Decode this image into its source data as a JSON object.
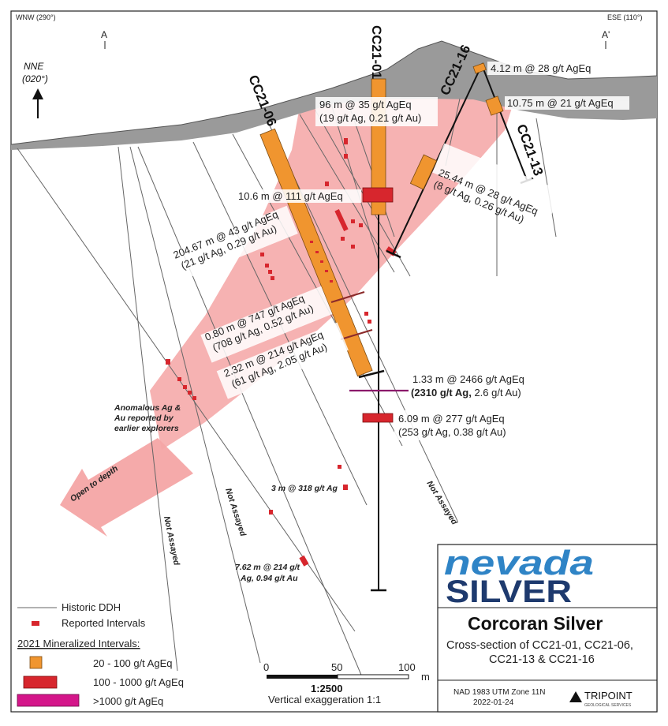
{
  "header": {
    "left_bearing": "WNW (290°)",
    "right_bearing": "ESE (110°)",
    "section_start": "A",
    "section_end": "A'"
  },
  "north_arrow": {
    "label": "NNE",
    "bearing": "(020°)"
  },
  "drill_holes": {
    "cc21_01": "CC21-01",
    "cc21_06": "CC21-06",
    "cc21_13": "CC21-13",
    "cc21_16": "CC21-16"
  },
  "intervals": {
    "i1": "4.12 m @ 28 g/t AgEq",
    "i2": "10.75 m @ 21 g/t AgEq",
    "i3a": "96 m @ 35 g/t AgEq",
    "i3b": "(19 g/t Ag, 0.21 g/t Au)",
    "i4a": "25.44 m @ 28 g/t AgEq",
    "i4b": "(8 g/t Ag, 0.26 g/t Au)",
    "i5": "10.6 m @ 111 g/t AgEq",
    "i6a": "204.67 m @ 43 g/t AgEq",
    "i6b": "(21 g/t Ag, 0.29 g/t Au)",
    "i7a": "0.80 m @ 747 g/t AgEq",
    "i7b": "(708 g/t Ag, 0.52 g/t Au)",
    "i8a": "2.32 m @ 214 g/t AgEq",
    "i8b": "(61 g/t Ag, 2.05 g/t Au)",
    "i9a": "1.33 m @ 2466 g/t AgEq",
    "i9b_bold": "(2310 g/t Ag,",
    "i9b_rest": " 2.6 g/t Au)",
    "i10a": "6.09 m @ 277 g/t AgEq",
    "i10b": "(253 g/t Ag, 0.38 g/t Au)",
    "i11": "3 m @ 318 g/t Ag",
    "i12a": "7.62 m @ 214 g/t",
    "i12b": "Ag, 0.94 g/t Au"
  },
  "annotations": {
    "anomalous_1": "Anomalous Ag &",
    "anomalous_2": "Au reported by",
    "anomalous_3": "earlier explorers",
    "open_to_depth": "Open to depth",
    "not_assayed_1": "Not Assayed",
    "not_assayed_2": "Not Assayed",
    "not_assayed_3": "Not Assayed"
  },
  "legend": {
    "historic_ddh": "Historic DDH",
    "reported_intervals": "Reported Intervals",
    "heading": "2021 Mineralized Intervals:",
    "class1": "20 - 100 g/t AgEq",
    "class2": "100 - 1000 g/t AgEq",
    "class3": ">1000 g/t AgEq"
  },
  "scale": {
    "t0": "0",
    "t50": "50",
    "t100": "100",
    "unit": "m",
    "ratio": "1:2500",
    "exaggeration": "Vertical exaggeration 1:1"
  },
  "title_block": {
    "logo_top": "nevada",
    "logo_bottom": "SILVER",
    "title": "Corcoran Silver",
    "sub1": "Cross-section of CC21-01, CC21-06,",
    "sub2": "CC21-13 & CC21-16",
    "datum": "NAD 1983 UTM Zone 11N",
    "date": "2022-01-24",
    "tripoint": "TRIPOINT",
    "tripoint_sub": "GEOLOGICAL SERVICES"
  },
  "colors": {
    "zone_fill": "#f4a5a5",
    "class1": "#f0952f",
    "class2": "#d7262d",
    "class3": "#d4168a",
    "terrain": "#9a9a9a",
    "logo_blue": "#2f84c6",
    "logo_navy": "#1e3a6e"
  }
}
